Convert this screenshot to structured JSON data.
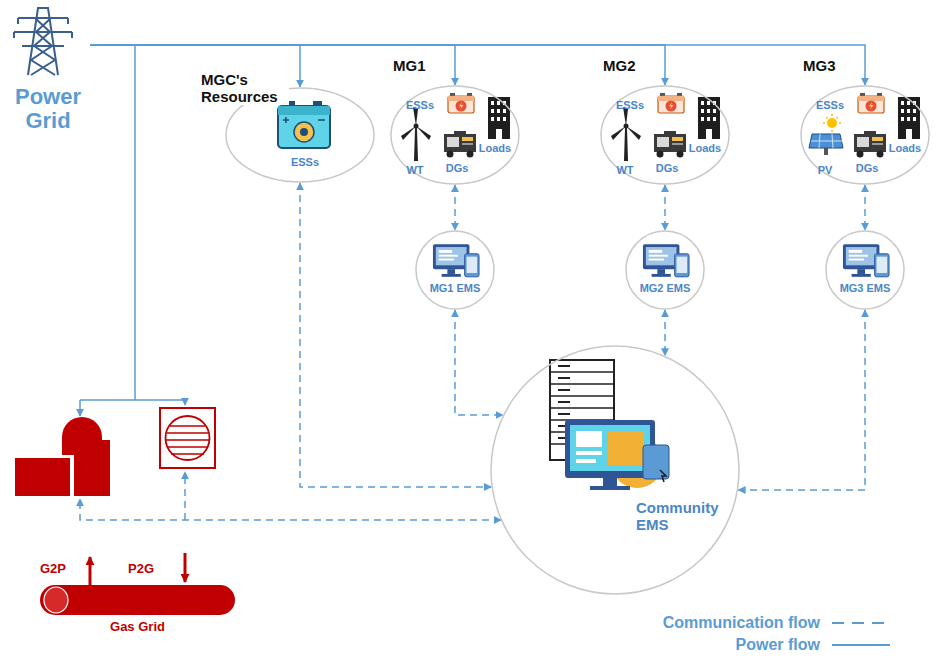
{
  "diagram": {
    "nodes": [
      {
        "text": [
          "Power Grid"
        ]
      },
      {
        "text": [
          "MGC's Resources",
          "ESSs"
        ]
      },
      {
        "text": [
          "MG1",
          "ESSs",
          "WT",
          "DGs",
          "Loads"
        ]
      },
      {
        "text": [
          "MG2",
          "ESSs",
          "WT",
          "DGs",
          "Loads"
        ]
      },
      {
        "text": [
          "MG3",
          "ESSs",
          "PV",
          "DGs",
          "Loads"
        ]
      },
      {
        "text": [
          "MG1 EMS"
        ]
      },
      {
        "text": [
          "MG2 EMS"
        ]
      },
      {
        "text": [
          "MG3 EMS"
        ]
      },
      {
        "text": [
          "Community EMS"
        ]
      },
      {
        "text": [
          "Gas Grid"
        ]
      }
    ],
    "edges": [
      {
        "from": 0,
        "to": 1,
        "arrow": "to"
      },
      {
        "from": 0,
        "to": 2,
        "arrow": "to"
      },
      {
        "from": 0,
        "to": 3,
        "arrow": "to"
      },
      {
        "from": 0,
        "to": 4,
        "arrow": "to"
      },
      {
        "from": 1,
        "to": 8,
        "arrow": "both"
      },
      {
        "from": 2,
        "to": 5,
        "arrow": "both"
      },
      {
        "from": 3,
        "to": 6,
        "arrow": "both"
      },
      {
        "from": 4,
        "to": 7,
        "arrow": "both"
      },
      {
        "from": 5,
        "to": 8,
        "arrow": "both"
      },
      {
        "from": 6,
        "to": 8,
        "arrow": "both"
      },
      {
        "from": 7,
        "to": 8,
        "arrow": "both"
      }
    ],
    "labels": [
      "G2P",
      "P2G"
    ],
    "legend": [
      {
        "text": "Communication flow"
      },
      {
        "text": "Power flow"
      }
    ]
  }
}
